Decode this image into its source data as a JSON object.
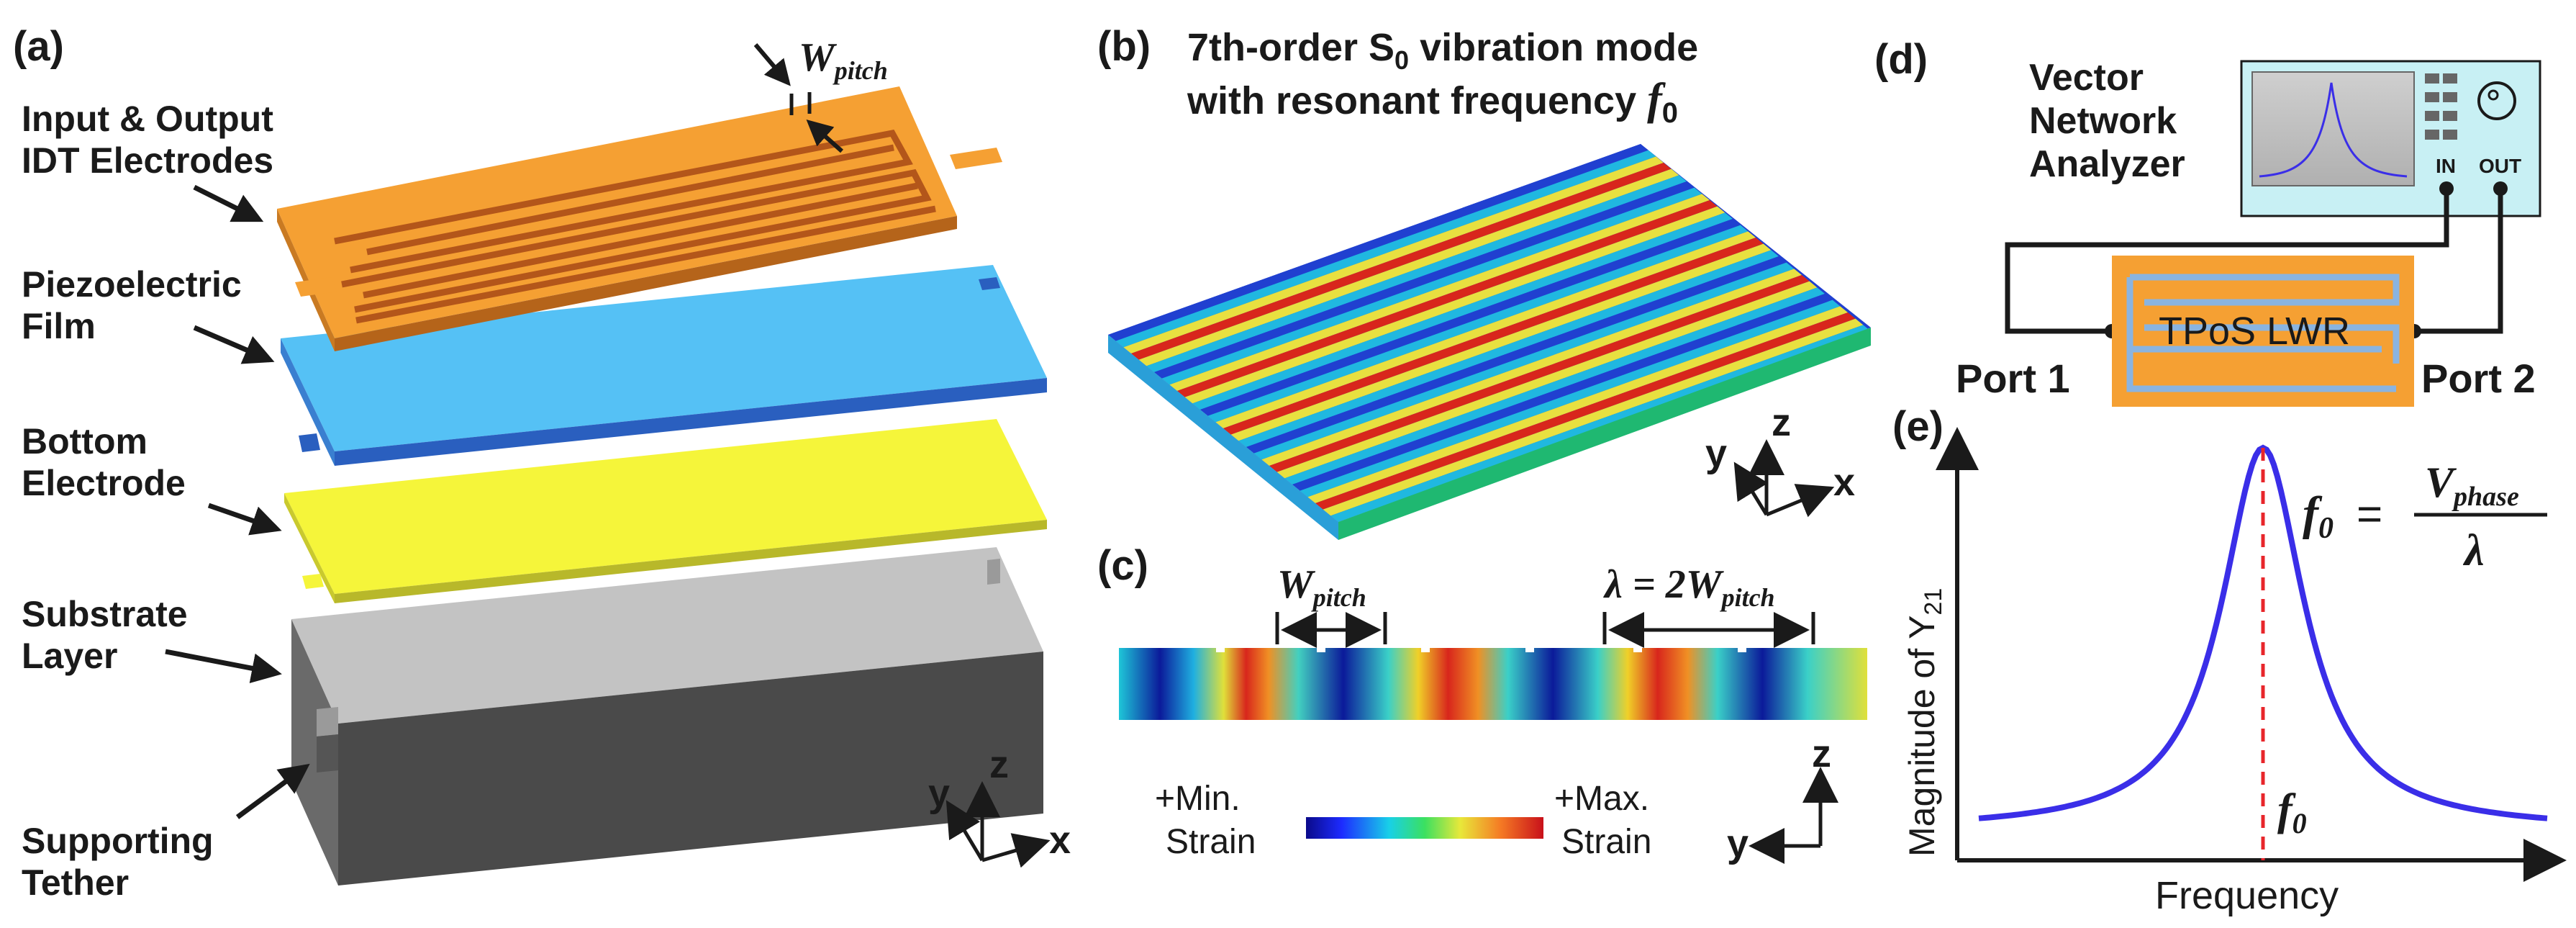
{
  "panels": {
    "a": "(a)",
    "b": "(b)",
    "c": "(c)",
    "d": "(d)",
    "e": "(e)"
  },
  "panel_a": {
    "wpitch_main": "W",
    "wpitch_sub": "pitch",
    "layer_labels": [
      {
        "line1": "Input & Output",
        "line2": "IDT Electrodes"
      },
      {
        "line1": "Piezoelectric",
        "line2": "Film"
      },
      {
        "line1": "Bottom",
        "line2": "Electrode"
      },
      {
        "line1": "Substrate",
        "line2": "Layer"
      },
      {
        "line1": "Supporting",
        "line2": "Tether"
      }
    ],
    "axes": {
      "x": "x",
      "y": "y",
      "z": "z"
    },
    "colors": {
      "idt": "#f5a033",
      "piezo": "#55c1f5",
      "bottom": "#f5f53a",
      "substrate": "#bdbdbd"
    }
  },
  "panel_b": {
    "title_line1_a": "7th-order S",
    "title_line1_sub": "0",
    "title_line1_b": " vibration mode",
    "title_line2_a": "with resonant frequency ",
    "title_line2_f": "f",
    "title_line2_sub": "0",
    "axes": {
      "x": "x",
      "y": "y",
      "z": "z"
    }
  },
  "panel_c": {
    "wpitch_main": "W",
    "wpitch_sub": "pitch",
    "lambda_text": "λ = 2W",
    "lambda_sub": "pitch",
    "min_line1": "+Min.",
    "min_line2": "Strain",
    "max_line1": "+Max.",
    "max_line2": "Strain",
    "axes": {
      "y": "y",
      "z": "z"
    }
  },
  "panel_d": {
    "vna_line1": "Vector",
    "vna_line2": "Network",
    "vna_line3": "Analyzer",
    "in_label": "IN",
    "out_label": "OUT",
    "device_label": "TPoS LWR",
    "port1": "Port 1",
    "port2": "Port 2"
  },
  "panel_e": {
    "ylabel_a": "Magnitude of Y",
    "ylabel_sub": "21",
    "xlabel": "Frequency",
    "f0_f": "f",
    "f0_sub": "0",
    "eq_f": "f",
    "eq_sub": "0",
    "eq_equals": "=",
    "eq_num": "V",
    "eq_num_sub": "phase",
    "eq_den": "λ",
    "curve_color": "#3a2ee8",
    "marker_color": "#e8262b"
  }
}
